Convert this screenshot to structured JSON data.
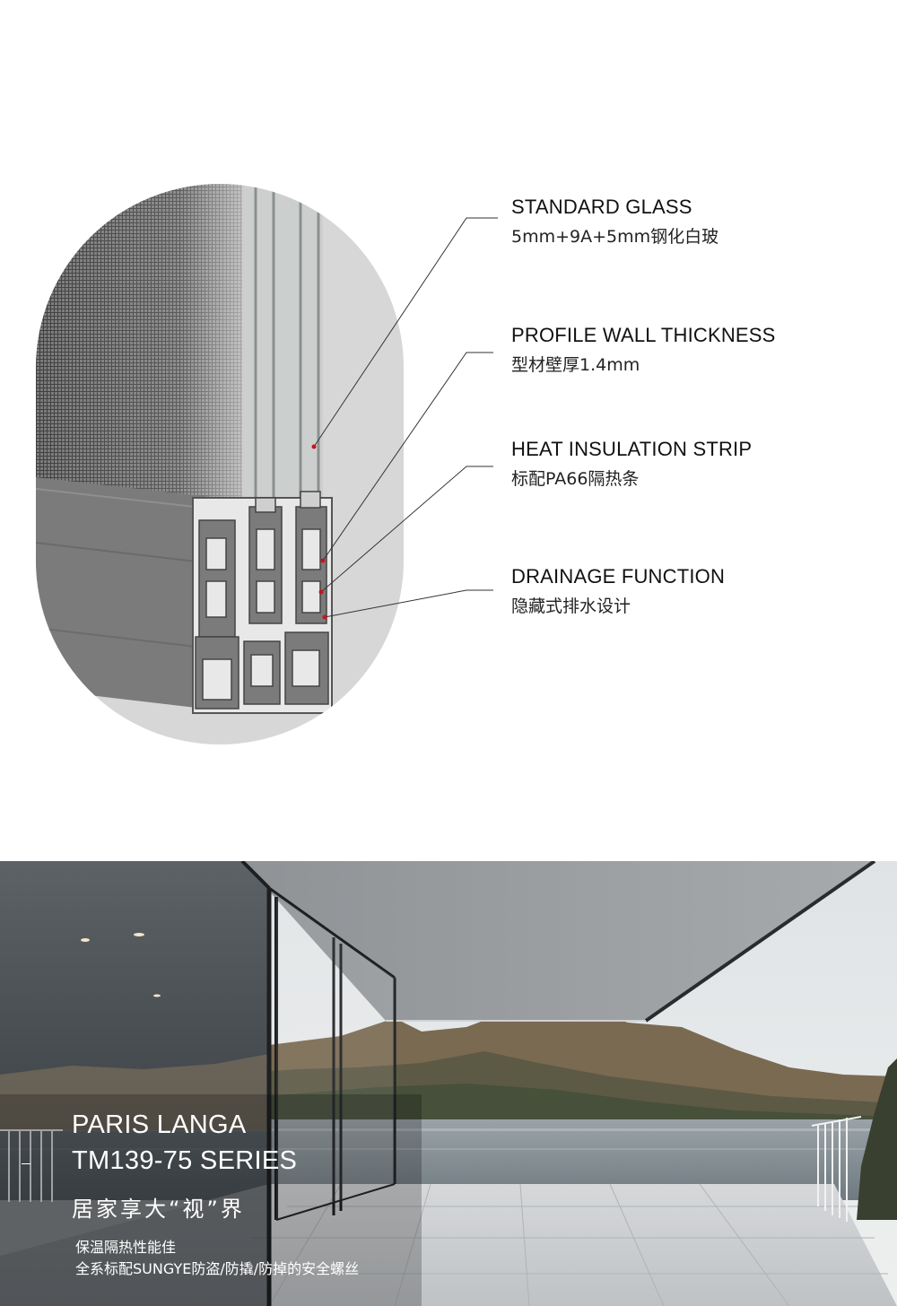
{
  "specs": {
    "items": [
      {
        "title": "STANDARD GLASS",
        "subtitle": "5mm+9A+5mm钢化白玻"
      },
      {
        "title": "PROFILE WALL THICKNESS",
        "subtitle": "型材壁厚1.4mm"
      },
      {
        "title": "HEAT INSULATION STRIP",
        "subtitle": "标配PA66隔热条"
      },
      {
        "title": "DRAINAGE FUNCTION",
        "subtitle": "隐藏式排水设计"
      }
    ],
    "colors": {
      "capsule": "#d7d7d7",
      "profile": "#7b7b7b",
      "glass": "#8a9090",
      "marker": "#d0101a",
      "leader": "#333333"
    }
  },
  "banner": {
    "line1": "PARIS LANGA",
    "line2": "TM139-75 SERIES",
    "line3": "居家享大“视”界",
    "line4": "保温隔热性能佳",
    "line5": "全系标配SUNGYE防盗/防撬/防掉的安全螺丝"
  }
}
